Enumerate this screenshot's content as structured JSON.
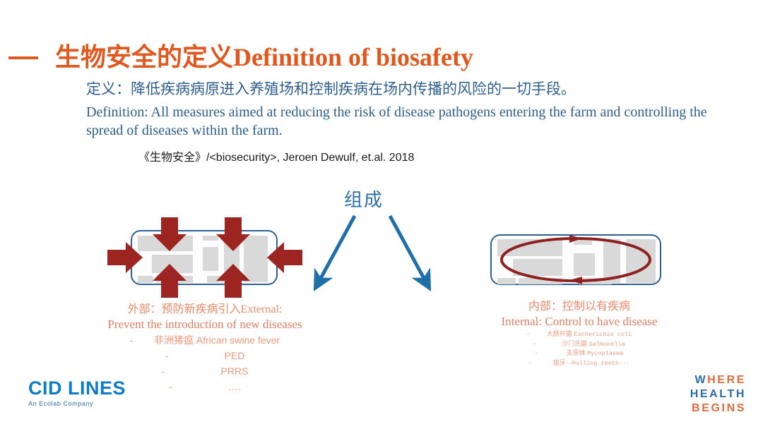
{
  "slide": {
    "title": "生物安全的定义Definition of biosafety",
    "title_color": "#E1581F",
    "accent_blue": "#2C5E8E",
    "definition_cn": "定义：降低疾病病原进入养殖场和控制疾病在场内传播的风险的一切手段。",
    "definition_en": "Definition: All measures aimed at reducing the risk of disease pathogens entering the farm and controlling the spread of diseases within the farm.",
    "citation": "《生物安全》/<biosecurity>, Jeroen Dewulf, et.al. 2018",
    "compose_label": "组成"
  },
  "left_block": {
    "caption_cn": "外部：预防新疾病引入External:",
    "caption_en": "Prevent the introduction of new diseases",
    "items": [
      {
        "dash": "-",
        "text": "非洲猪瘟 African swine fever"
      },
      {
        "dash": "-",
        "text": "PED"
      },
      {
        "dash": "-",
        "text": "PRRS"
      },
      {
        "dash": "-",
        "text": "…."
      }
    ]
  },
  "right_block": {
    "caption_cn": "内部：控制以有疾病",
    "caption_en": "Internal: Control to have disease",
    "items": [
      {
        "dash": "-",
        "cn": "大肠杆菌",
        "lat": "Escherichia coli"
      },
      {
        "dash": "-",
        "cn": "沙门氏菌",
        "lat": "Salmonella"
      },
      {
        "dash": "-",
        "cn": "支原体",
        "lat": "Mycoplasma"
      },
      {
        "dash": "-",
        "cn": "拔牙···",
        "lat": "Pulling teeth···"
      }
    ]
  },
  "logo": {
    "brand": "CID LINES",
    "brand_color": "#0F7DC4",
    "subtitle": "An Ecolab Company"
  },
  "tagline": {
    "line1_a": "W",
    "line1_b": "HERE",
    "line2": "HEALTH",
    "line3": "BEGINS",
    "blue": "#2B6CA8",
    "orange": "#E06A3C"
  }
}
